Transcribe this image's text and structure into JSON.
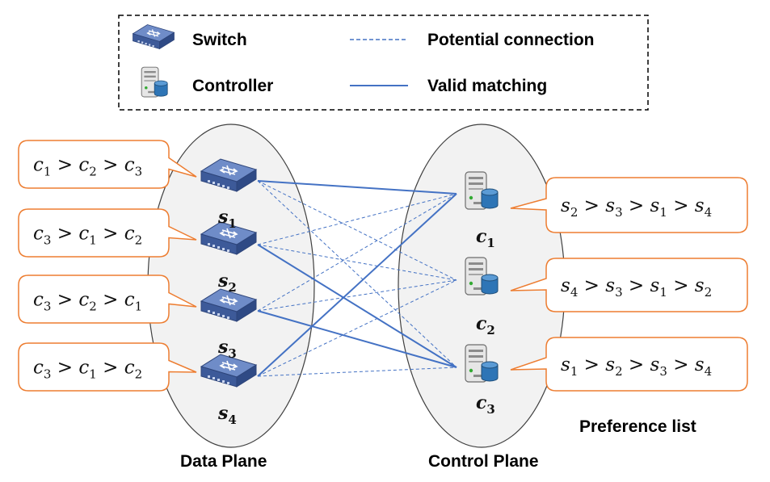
{
  "legend": {
    "switch_label": "Switch",
    "controller_label": "Controller",
    "potential_label": "Potential connection",
    "valid_label": "Valid matching"
  },
  "planes": {
    "data_label": "Data Plane",
    "control_label": "Control Plane",
    "preference_label": "Preference list"
  },
  "switches": [
    {
      "base": "s",
      "sub": "1",
      "prefs": [
        [
          "c",
          "1"
        ],
        [
          "c",
          "2"
        ],
        [
          "c",
          "3"
        ]
      ]
    },
    {
      "base": "s",
      "sub": "2",
      "prefs": [
        [
          "c",
          "3"
        ],
        [
          "c",
          "1"
        ],
        [
          "c",
          "2"
        ]
      ]
    },
    {
      "base": "s",
      "sub": "3",
      "prefs": [
        [
          "c",
          "3"
        ],
        [
          "c",
          "2"
        ],
        [
          "c",
          "1"
        ]
      ]
    },
    {
      "base": "s",
      "sub": "4",
      "prefs": [
        [
          "c",
          "3"
        ],
        [
          "c",
          "1"
        ],
        [
          "c",
          "2"
        ]
      ]
    }
  ],
  "controllers": [
    {
      "base": "c",
      "sub": "1",
      "prefs": [
        [
          "s",
          "2"
        ],
        [
          "s",
          "3"
        ],
        [
          "s",
          "1"
        ],
        [
          "s",
          "4"
        ]
      ]
    },
    {
      "base": "c",
      "sub": "2",
      "prefs": [
        [
          "s",
          "4"
        ],
        [
          "s",
          "3"
        ],
        [
          "s",
          "1"
        ],
        [
          "s",
          "2"
        ]
      ]
    },
    {
      "base": "c",
      "sub": "3",
      "prefs": [
        [
          "s",
          "1"
        ],
        [
          "s",
          "2"
        ],
        [
          "s",
          "3"
        ],
        [
          "s",
          "4"
        ]
      ]
    }
  ],
  "valid_matching": [
    [
      1,
      1
    ],
    [
      2,
      3
    ],
    [
      3,
      3
    ],
    [
      4,
      1
    ]
  ],
  "colors": {
    "line": "#4472c4",
    "callout_border": "#ed7d31",
    "switch_body": "#3d5a99",
    "controller_body": "#d9d9d9",
    "controller_disk": "#2e75b6",
    "ellipse_fill": "#f2f2f2"
  },
  "icons": {
    "switch": "network-switch-icon",
    "controller": "server-database-icon"
  }
}
